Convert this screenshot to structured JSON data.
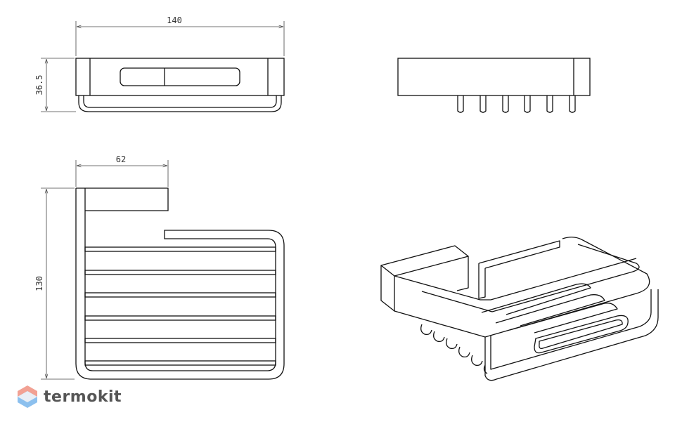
{
  "dimensions": {
    "front_width": "140",
    "front_height": "36.5",
    "top_depth": "62",
    "top_length": "130"
  },
  "brand": {
    "name": "termokit",
    "logo_colors": [
      "#f08a7a",
      "#6fb0e8"
    ]
  },
  "colors": {
    "line": "#111111",
    "dim": "#444444"
  }
}
